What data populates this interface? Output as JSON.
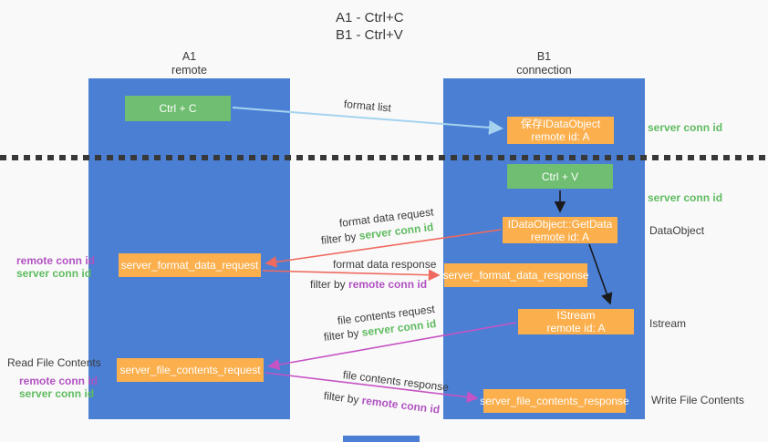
{
  "title": {
    "line1": "A1 - Ctrl+C",
    "line2": "B1 - Ctrl+V"
  },
  "columns": {
    "a1": {
      "name": "A1",
      "subtitle": "remote"
    },
    "b1": {
      "name": "B1",
      "subtitle": "connection"
    }
  },
  "boxes": {
    "ctrl_c": "Ctrl + C",
    "ctrl_v": "Ctrl + V",
    "save_dataobject": {
      "line1": "保存IDataObject",
      "line2": "remote id: A"
    },
    "getdata": {
      "line1": "IDataObject::GetData",
      "line2": "remote id: A"
    },
    "istream": {
      "line1": "IStream",
      "line2": "remote id: A"
    },
    "format_request": "server_format_data_request",
    "format_response": "server_format_data_response",
    "file_request": "server_file_contents_request",
    "file_response": "server_file_contents_response"
  },
  "side_labels": {
    "server_conn_id_top": "server conn id",
    "server_conn_id_mid": "server conn id",
    "dataobject": "DataObject",
    "istream": "Istream",
    "write_file_contents": "Write File Contents",
    "read_file_contents": "Read File Contents",
    "remote_conn_id_mid": "remote conn id",
    "server_conn_id_left_mid": "server conn id",
    "remote_conn_id_bottom": "remote conn id",
    "server_conn_id_left_bottom": "server conn id"
  },
  "arrow_labels": {
    "format_list": "format list",
    "format_data_request": "format data request",
    "format_data_response": "format data response",
    "file_contents_request": "file contents request",
    "file_contents_response": "file contents response",
    "filter_by": "filter by",
    "server_conn_id": "server conn id",
    "remote_conn_id": "remote conn id"
  },
  "colors": {
    "column_blue": "#4a7fd4",
    "box_green": "#6fbe71",
    "box_orange": "#fbaf4d",
    "arrow_light_blue": "#a5d3ef",
    "arrow_red": "#ee6a5f",
    "arrow_magenta": "#c653c4",
    "arrow_black": "#1a1a1a",
    "text_green": "#5fbb60",
    "text_purple": "#b153c1",
    "text_dark": "#3c3c3c"
  }
}
